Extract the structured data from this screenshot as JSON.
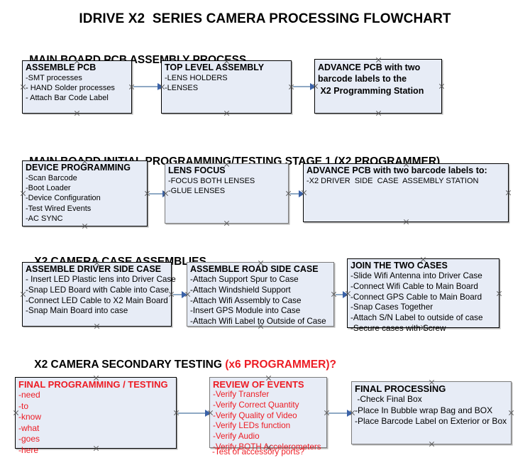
{
  "title": "IDRIVE X2  SERIES CAMERA PROCESSING FLOWCHART",
  "colors": {
    "box_fill": "#e7ecf6",
    "box_border": "#000000",
    "box_border_gray": "#7b7b7b",
    "accent_red": "#ed1c24",
    "arrow_line": "#8fa9c4",
    "arrow_head": "#3a62a8",
    "text": "#000000"
  },
  "sections": [
    {
      "id": "pcb-assembly",
      "header": "MAIN BOARD PCB ASSEMBLY PROCESS",
      "header_accent": "",
      "nodes": [
        {
          "id": "assemble-pcb",
          "title": "ASSEMBLE PCB",
          "lines": [
            "-SMT processes",
            "- HAND Solder processes",
            "- Attach Bar Code Label"
          ]
        },
        {
          "id": "top-level-assembly",
          "title": "TOP LEVEL ASSEMBLY",
          "lines": [
            "-LENS HOLDERS",
            "-LENSES"
          ]
        },
        {
          "id": "advance-pcb-x2-station",
          "title": "ADVANCE PCB with two",
          "lines": [
            "barcode labels to the",
            " X2 Programming Station"
          ]
        }
      ]
    },
    {
      "id": "initial-programming",
      "header": "MAIN BOARD INITIAL PROGRAMMING/TESTING STAGE 1 (X2 PROGRAMMER)",
      "header_accent": "",
      "nodes": [
        {
          "id": "device-programming",
          "title": "DEVICE PROGRAMMING",
          "lines": [
            "-Scan Barcode",
            "-Boot Loader",
            "-Device Configuration",
            "-Test Wired Events",
            "-AC SYNC"
          ]
        },
        {
          "id": "lens-focus",
          "title": "LENS FOCUS",
          "lines": [
            "-FOCUS BOTH LENSES",
            "-GLUE LENSES"
          ]
        },
        {
          "id": "advance-pcb-driver-side",
          "title": "ADVANCE PCB with two barcode labels to:",
          "lines": [
            "-X2 DRIVER  SIDE  CASE  ASSEMBLY STATION"
          ]
        }
      ]
    },
    {
      "id": "case-assemblies",
      "header": "X2 CAMERA CASE ASSEMBLIES",
      "header_accent": "",
      "nodes": [
        {
          "id": "assemble-driver-side-case",
          "title": "ASSEMBLE DRIVER SIDE CASE",
          "lines": [
            "- Insert LED Plastic lens into Driver Case",
            "-Snap LED Board with Cable into Case",
            "-Connect LED Cable to X2 Main Board",
            "-Snap Main Board into case"
          ]
        },
        {
          "id": "assemble-road-side-case",
          "title": "ASSEMBLE ROAD SIDE CASE",
          "lines": [
            "-Attach Support Spur to Case",
            "-Attach Windshield Support",
            "-Attach Wifi Assembly to Case",
            "-Insert GPS Module into Case",
            "-Attach Wifi Label to Outside of Case"
          ]
        },
        {
          "id": "join-the-two-cases",
          "title": "JOIN THE TWO CASES",
          "lines": [
            "-Slide Wifi Antenna into Driver Case",
            "-Connect Wifi Cable to Main Board",
            "-Connect GPS Cable to Main Board",
            "-Snap Cases Together",
            "-Attach S/N Label to outside of case",
            "-Secure cases with Screw"
          ]
        }
      ]
    },
    {
      "id": "secondary-testing",
      "header": "X2 CAMERA SECONDARY TESTING ",
      "header_accent": "(x6 PROGRAMMER)?",
      "nodes": [
        {
          "id": "final-programming-testing",
          "title": "FINAL PROGRAMMING / TESTING",
          "lines": [
            "-need",
            "-to",
            "-know",
            "-what",
            "-goes",
            "-here"
          ]
        },
        {
          "id": "review-of-events",
          "title": "REVIEW OF EVENTS",
          "lines": [
            "-Verify Transfer",
            "-Verify Correct Quantity",
            "-Verify Quality of Video",
            "-Verify LEDs function",
            "-Verify Audio",
            "-Verify BOTH Accelerometers"
          ],
          "overflow_line": "-Test of accessory ports?"
        },
        {
          "id": "final-processing",
          "title": "FINAL PROCESSING",
          "lines": [
            " -Check Final Box",
            "-Place In Bubble wrap Bag and BOX",
            "-Place Barcode Label on Exterior or Box"
          ]
        }
      ]
    }
  ]
}
